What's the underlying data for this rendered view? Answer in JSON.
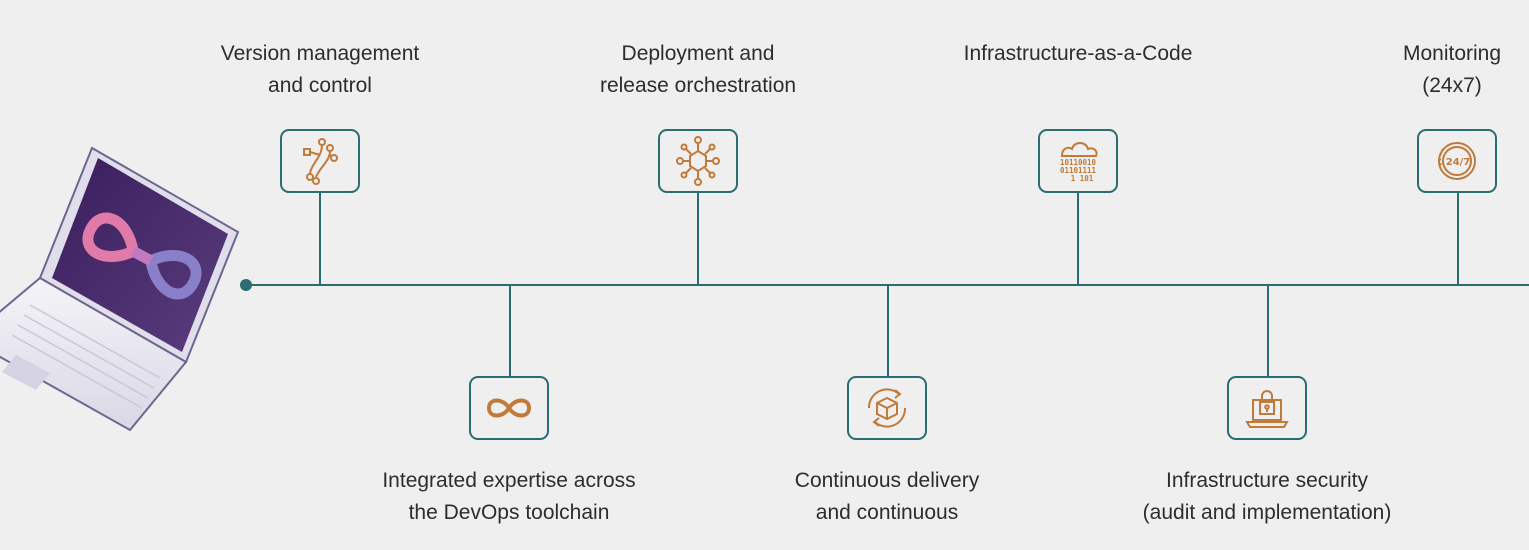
{
  "colors": {
    "line": "#2a6d72",
    "icon": "#c07a3a",
    "background": "#efefef",
    "text": "#2d2d2d"
  },
  "timeline": {
    "top_items": [
      {
        "lines": [
          "Version management",
          "and control"
        ],
        "icon": "branch-icon"
      },
      {
        "lines": [
          "Deployment and",
          "release orchestration"
        ],
        "icon": "network-icon"
      },
      {
        "lines": [
          "Infrastructure-as-a-Code"
        ],
        "icon": "cloud-code-icon"
      },
      {
        "lines": [
          "Monitoring",
          "(24x7)"
        ],
        "icon": "clock-24-7-icon"
      }
    ],
    "bottom_items": [
      {
        "lines": [
          "Integrated expertise across",
          "the DevOps toolchain"
        ],
        "icon": "infinity-icon"
      },
      {
        "lines": [
          "Continuous delivery",
          "and continuous"
        ],
        "icon": "delivery-cycle-icon"
      },
      {
        "lines": [
          "Infrastructure security",
          "(audit and implementation)"
        ],
        "icon": "lock-laptop-icon"
      }
    ]
  },
  "illustration": {
    "icon": "laptop-devops-icon"
  },
  "icon_texts": {
    "clock": "24/7",
    "binary_rows": [
      "10110010",
      "01101111",
      "1 101"
    ]
  }
}
